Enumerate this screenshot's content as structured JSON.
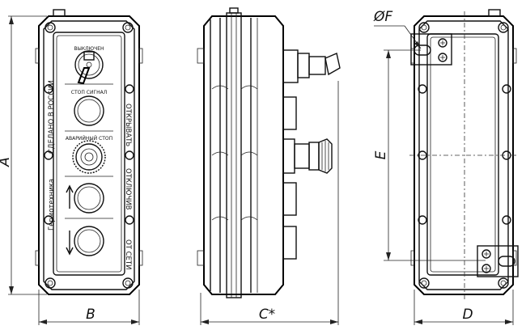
{
  "dimensions": {
    "height_label": "A",
    "width_front_label": "B",
    "depth_label": "C*",
    "width_back_label": "D",
    "mount_spacing_label": "E",
    "hole_diameter_label": "ØF"
  },
  "front_panel": {
    "buttons": [
      {
        "label": "ВЫКЛЮЧЕН",
        "type": "key-switch"
      },
      {
        "label": "СТОП СИГНАЛ",
        "type": "push-button"
      },
      {
        "label": "АВАРИЙНЫЙ СТОП",
        "type": "emergency-stop"
      },
      {
        "label": "",
        "type": "push-button-up"
      },
      {
        "label": "",
        "type": "push-button-down"
      }
    ],
    "left_side_text": [
      "СДЕЛАНО В РОССИИ",
      "Гермотехника"
    ],
    "right_side_text": [
      "ОТКРЫВАТЬ",
      "ОТКЛЮЧИВ",
      "ОТ СЕТИ"
    ]
  }
}
